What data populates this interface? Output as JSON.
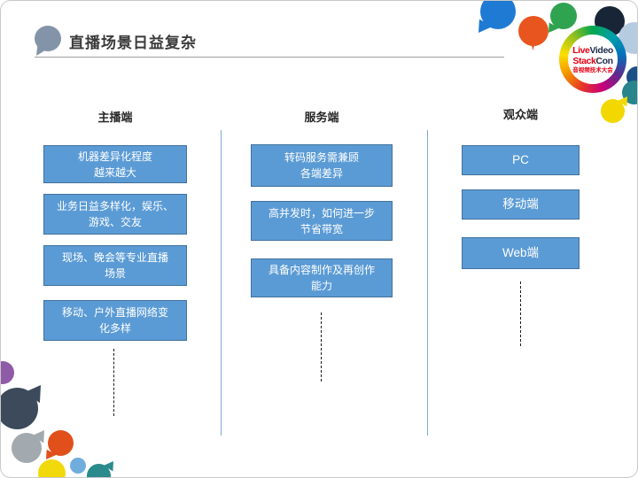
{
  "title": "直播场景日益复杂",
  "columns": [
    {
      "header": "主播端",
      "boxes": [
        "机器差异化程度\n越来越大",
        "业务日益多样化，娱乐、\n游戏、交友",
        "现场、晚会等专业直播\n场景",
        "移动、户外直播网络变\n化多样"
      ]
    },
    {
      "header": "服务端",
      "boxes": [
        "转码服务需兼顾\n各端差异",
        "高并发时，如何进一步\n节省带宽",
        "具备内容制作及再创作\n能力"
      ]
    },
    {
      "header": "观众端",
      "boxes": [
        "PC",
        "移动端",
        "Web端"
      ]
    }
  ],
  "logo": {
    "line1_red": "Live",
    "line1_dark": "Video",
    "line2_red": "Stack",
    "line2_dark": "Con",
    "line3": "音视频技术大会"
  },
  "colors": {
    "box_fill": "#5b9bd5",
    "box_border": "#41719c",
    "divider": "#7fa8d8",
    "title_bubble": "#8494a8",
    "logo_red": "#e60012",
    "logo_dark": "#1b2b4a"
  }
}
